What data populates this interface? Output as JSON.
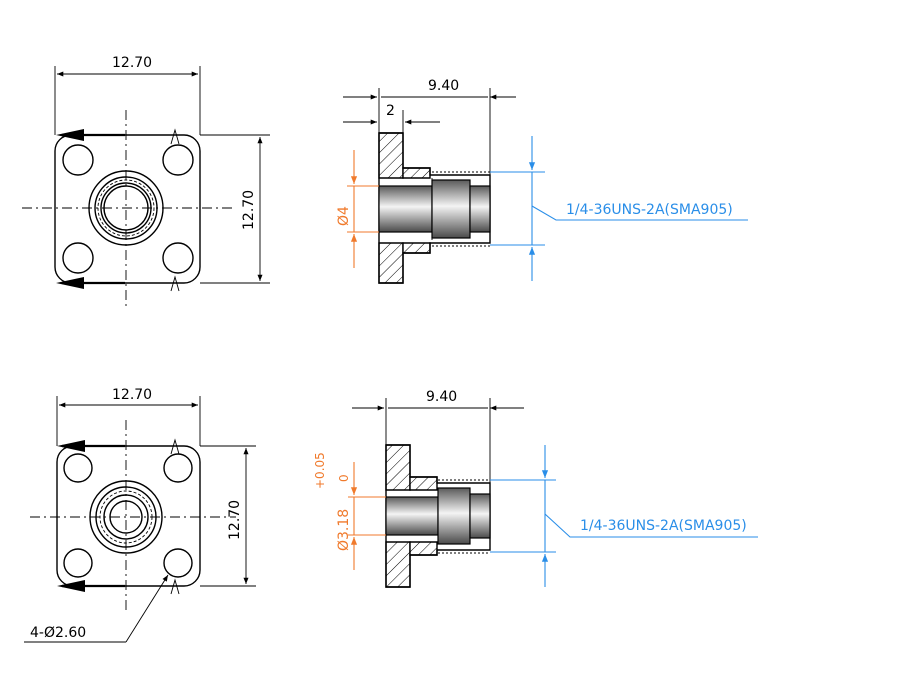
{
  "colors": {
    "line": "#000000",
    "dim_orange": "#f07a2c",
    "dim_blue": "#2a8ee8"
  },
  "top": {
    "front": {
      "width": "12.70",
      "height": "12.70"
    },
    "side": {
      "length": "9.40",
      "flange": "2",
      "bore": "Ø4",
      "thread": "1/4-36UNS-2A(SMA905)"
    }
  },
  "bottom": {
    "front": {
      "width": "12.70",
      "height": "12.70",
      "holes": "4-Ø2.60"
    },
    "side": {
      "length": "9.40",
      "tol_upper": "+0.05",
      "tol_lower": "0",
      "bore": "Ø3.18",
      "thread": "1/4-36UNS-2A(SMA905)"
    }
  }
}
